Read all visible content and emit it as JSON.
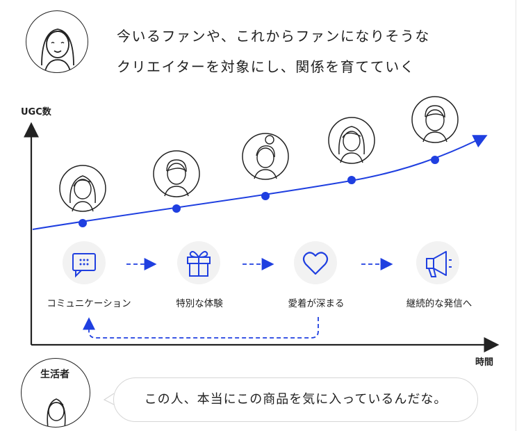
{
  "headline": {
    "line1": "今いるファンや、これからファンになりそうな",
    "line2": "クリエイターを対象にし、関係を育てていく"
  },
  "axes": {
    "y_label": "UGC数",
    "x_label": "時間"
  },
  "steps": [
    {
      "label": "コミュニケーション",
      "icon": "chat-icon"
    },
    {
      "label": "特別な体験",
      "icon": "gift-icon"
    },
    {
      "label": "愛着が深まる",
      "icon": "heart-icon"
    },
    {
      "label": "継続的な発信へ",
      "icon": "megaphone-icon"
    }
  ],
  "consumer": {
    "tag": "生活者",
    "speech": "この人、本当にこの商品を気に入っているんだな。"
  },
  "colors": {
    "accent": "#1f3fe0",
    "ink": "#222222",
    "step_bg": "#f2f2f2"
  }
}
